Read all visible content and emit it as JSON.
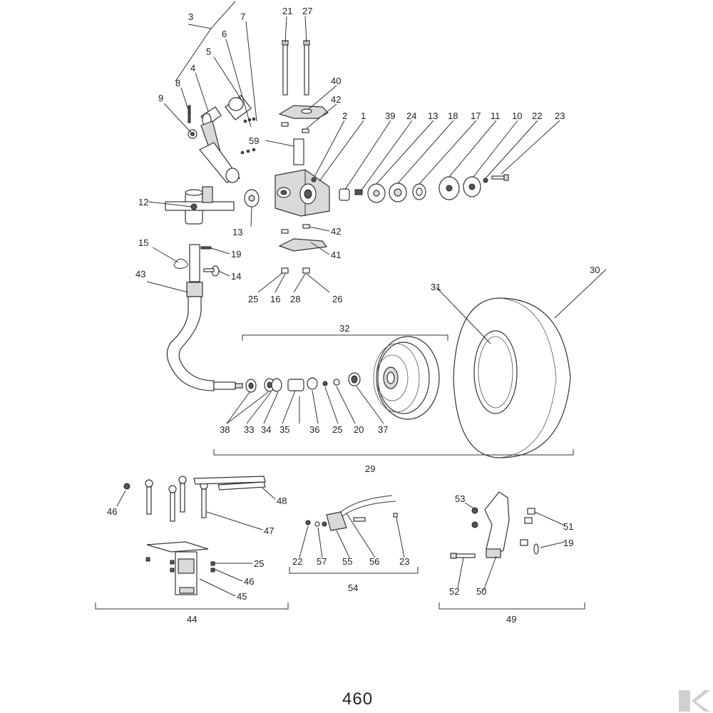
{
  "page_number": "460",
  "colors": {
    "line": "#333333",
    "text": "#222222",
    "logo": "#d0d0d0"
  },
  "labels": [
    "1",
    "2",
    "3",
    "4",
    "5",
    "6",
    "7",
    "8",
    "9",
    "10",
    "11",
    "12",
    "13",
    "14",
    "15",
    "16",
    "17",
    "18",
    "19",
    "20",
    "21",
    "22",
    "23",
    "24",
    "25",
    "26",
    "27",
    "28",
    "29",
    "30",
    "31",
    "32",
    "33",
    "34",
    "35",
    "36",
    "37",
    "38",
    "39",
    "40",
    "41",
    "42",
    "43",
    "44",
    "45",
    "46",
    "47",
    "48",
    "49",
    "50",
    "51",
    "52",
    "53",
    "54",
    "55",
    "56",
    "57",
    "59"
  ],
  "callouts": [
    "3",
    "7",
    "6",
    "5",
    "4",
    "8",
    "9",
    "21",
    "27",
    "40",
    "42",
    "2",
    "1",
    "39",
    "24",
    "13",
    "18",
    "17",
    "11",
    "10",
    "22",
    "23",
    "59",
    "12",
    "13",
    "42",
    "41",
    "15",
    "19",
    "14",
    "43",
    "25",
    "16",
    "28",
    "26",
    "30",
    "31",
    "32",
    "38",
    "33",
    "34",
    "35",
    "36",
    "25",
    "20",
    "37",
    "29",
    "46",
    "48",
    "47",
    "25",
    "46",
    "45",
    "44",
    "22",
    "57",
    "55",
    "56",
    "23",
    "54",
    "53",
    "51",
    "19",
    "52",
    "50",
    "49"
  ],
  "icons": [
    "watermark-logo"
  ]
}
